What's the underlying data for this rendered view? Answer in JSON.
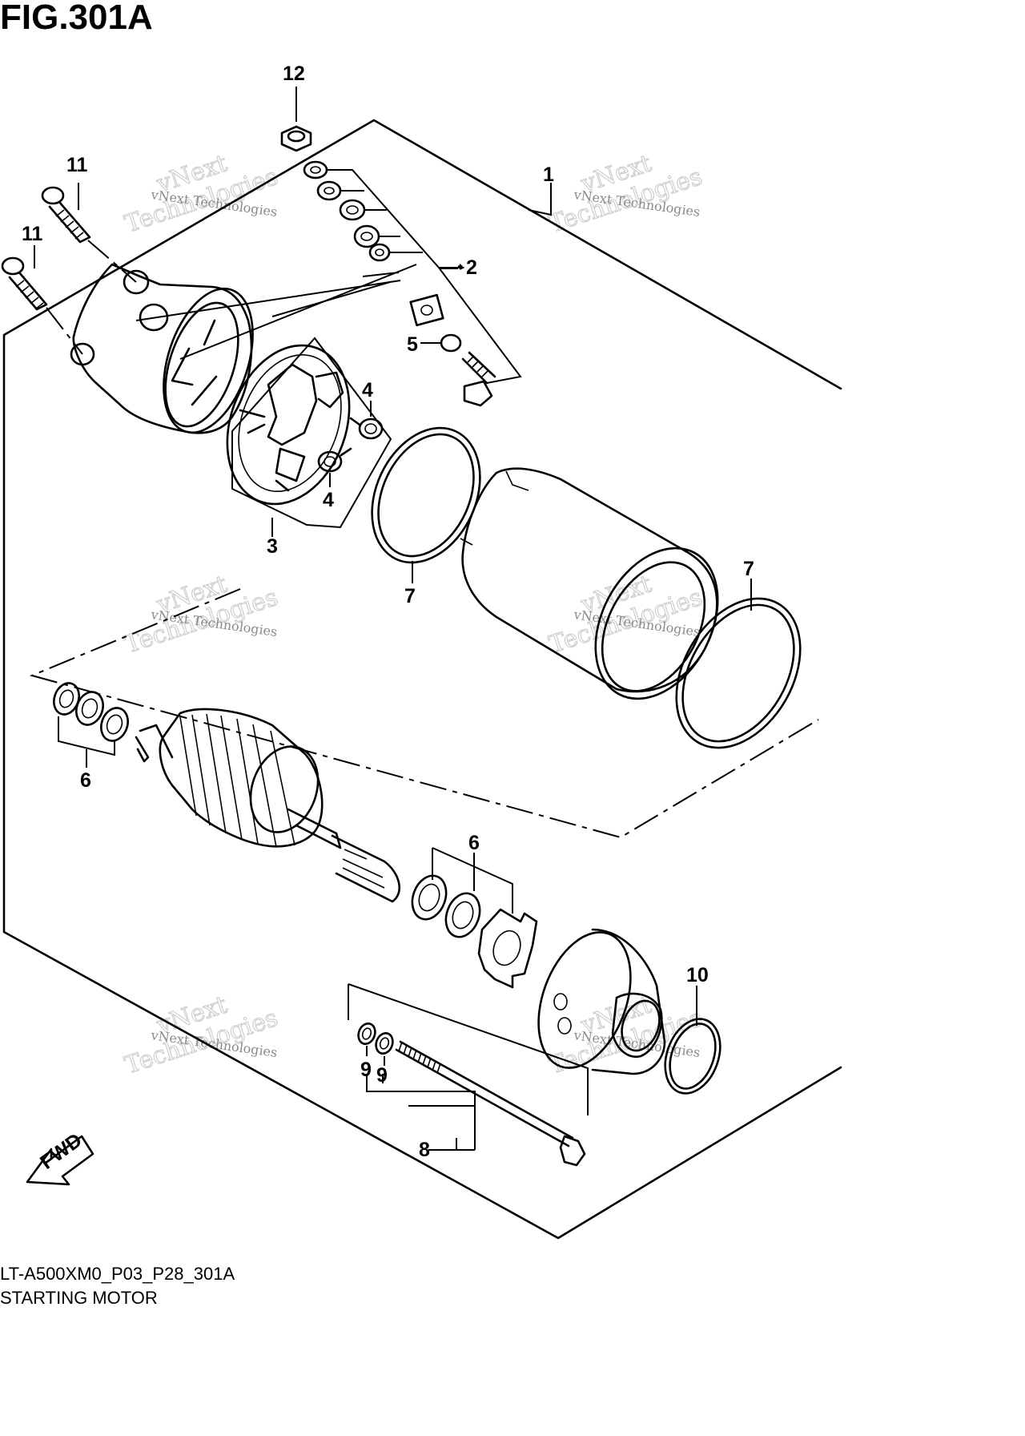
{
  "figure": {
    "title": "FIG.301A",
    "diagram_code": "LT-A500XM0_P03_P28_301A",
    "caption": "STARTING MOTOR",
    "fwd_label": "FWD"
  },
  "callouts": {
    "c1": "1",
    "c2": "2",
    "c3": "3",
    "c4a": "4",
    "c4b": "4",
    "c5": "5",
    "c6a": "6",
    "c6b": "6",
    "c7a": "7",
    "c7b": "7",
    "c8": "8",
    "c9a": "9",
    "c9b": "9",
    "c10": "10",
    "c11a": "11",
    "c11b": "11",
    "c12": "12"
  },
  "watermark": {
    "line1": "vNext",
    "line2": "Technologies",
    "small": "vNext Technologies"
  }
}
